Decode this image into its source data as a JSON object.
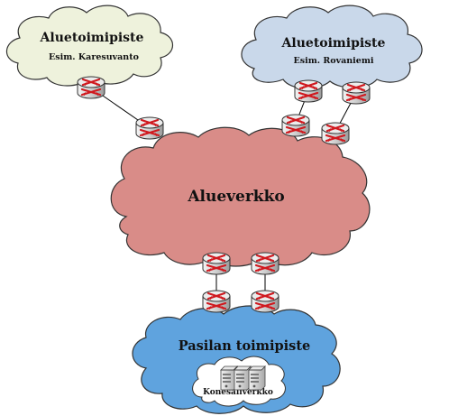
{
  "clouds": {
    "left_office": {
      "title": "Aluetoimipiste",
      "subtitle": "Esim. Karesuvanto",
      "fill": "#EEF2DC"
    },
    "right_office": {
      "title": "Aluetoimipiste",
      "subtitle": "Esim. Rovaniemi",
      "fill": "#C9D8EA"
    },
    "regional_network": {
      "title": "Alueverkko",
      "fill": "#D98C88"
    },
    "pasila_office": {
      "title": "Pasilan toimipiste",
      "fill": "#5FA3DE"
    },
    "datacenter": {
      "title": "Konesaliverkko",
      "fill": "#FFFFFF"
    }
  },
  "icons": {
    "router": "router-icon",
    "server": "server-icon"
  },
  "colors": {
    "outline": "#333333",
    "router_body": "#D9D9D9",
    "router_arrow": "#D0181E",
    "link": "#000000"
  }
}
